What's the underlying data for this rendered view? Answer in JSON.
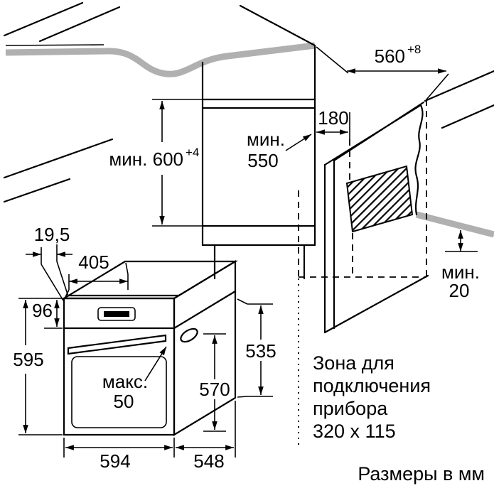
{
  "colors": {
    "line": "#000000",
    "countertop_band": "#b0b0b0",
    "background": "#ffffff"
  },
  "niche": {
    "dim_depth": {
      "value": "560",
      "tolerance": "+8"
    },
    "dim_height": {
      "label": "мин. 600",
      "tolerance": "+4"
    },
    "dim_min_depth": {
      "line1": "мин.",
      "line2": "550"
    },
    "dim_offset": {
      "value": "180"
    },
    "dim_gap": {
      "line1": "мин.",
      "line2": "20"
    }
  },
  "oven": {
    "dim_frame": "19,5",
    "dim_top_depth": "405",
    "dim_panel_height": "96",
    "dim_height": "595",
    "dim_handle": {
      "line1": "макс.",
      "line2": "50"
    },
    "dim_body_height": "570",
    "dim_rear_height": "535",
    "dim_width": "594",
    "dim_depth": "548"
  },
  "annotations": {
    "connection_zone": {
      "line1": "Зона для",
      "line2": "подключения",
      "line3": "прибора",
      "line4": "320 x 115"
    },
    "units": "Размеры в мм"
  }
}
